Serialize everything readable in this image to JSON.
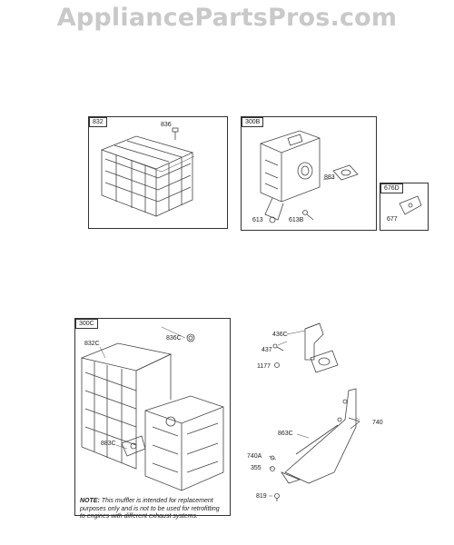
{
  "watermark": "AppliancePartsPros.com",
  "groups": [
    {
      "tag": "832"
    },
    {
      "tag": "300B"
    },
    {
      "tag": "676D"
    },
    {
      "tag": "300C"
    }
  ],
  "parts": {
    "p836": "836",
    "p883": "883",
    "p613": "613",
    "p613B": "613B",
    "p677": "677",
    "p836C": "836C",
    "p832C": "832C",
    "p883C": "883C",
    "p436C": "436C",
    "p437": "437",
    "p1177": "1177",
    "p740": "740",
    "p863C": "863C",
    "p740A": "740A",
    "p355": "355",
    "p819": "819"
  },
  "note": {
    "label": "NOTE:",
    "text": "This muffler is intended for replacement purposes only and is not to be used for retrofitting to engines with different exhaust systems."
  }
}
